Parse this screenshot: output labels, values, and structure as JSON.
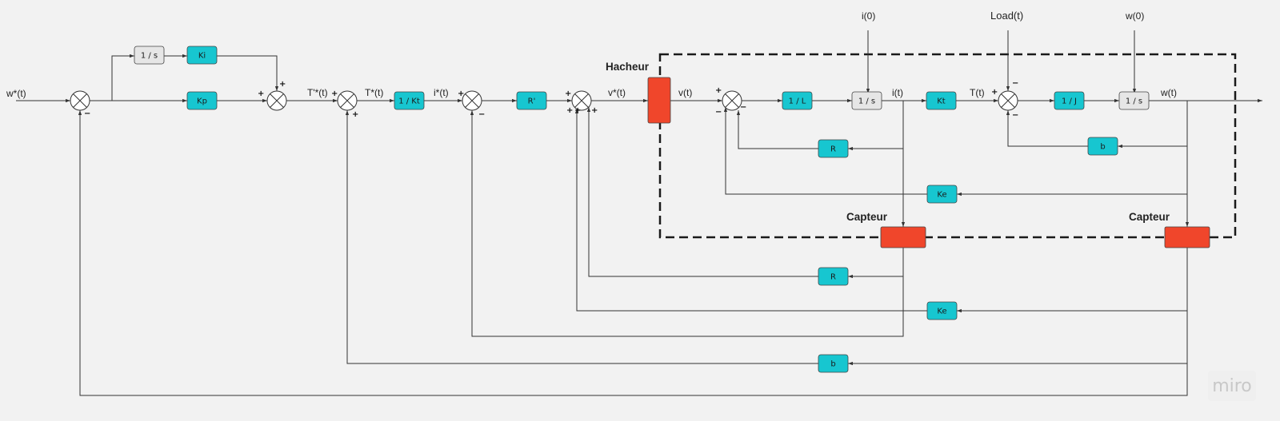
{
  "diagram": {
    "signals": {
      "w_ref": "w*(t)",
      "t_prime_ref": "T'*(t)",
      "t_ref": "T*(t)",
      "i_ref": "i*(t)",
      "v_ref": "v*(t)",
      "v": "v(t)",
      "i": "i(t)",
      "torque": "T(t)",
      "w": "w(t)",
      "i0": "i(0)",
      "load": "Load(t)",
      "w0": "w(0)"
    },
    "blocks": {
      "integ": "1 / s",
      "ki": "Ki",
      "kp": "Kp",
      "inv_kt": "1 / Kt",
      "r_prime": "R'",
      "inv_l": "1 / L",
      "integ_i": "1 / s",
      "kt": "Kt",
      "inv_j": "1 / J",
      "integ_w": "1 / s",
      "r_loop": "R",
      "b_loop": "b",
      "ke_loop": "Ke",
      "r_fb": "R",
      "ke_fb": "Ke",
      "b_fb": "b"
    },
    "devices": {
      "chopper": "Hacheur",
      "sensor_i": "Capteur",
      "sensor_w": "Capteur"
    },
    "signs": {
      "plus": "+",
      "minus": "−"
    }
  },
  "watermark": "miro",
  "colors": {
    "block_teal": "#17c6d0",
    "block_grey": "#e6e6e6",
    "device_red": "#f0462b",
    "line": "#333333"
  }
}
